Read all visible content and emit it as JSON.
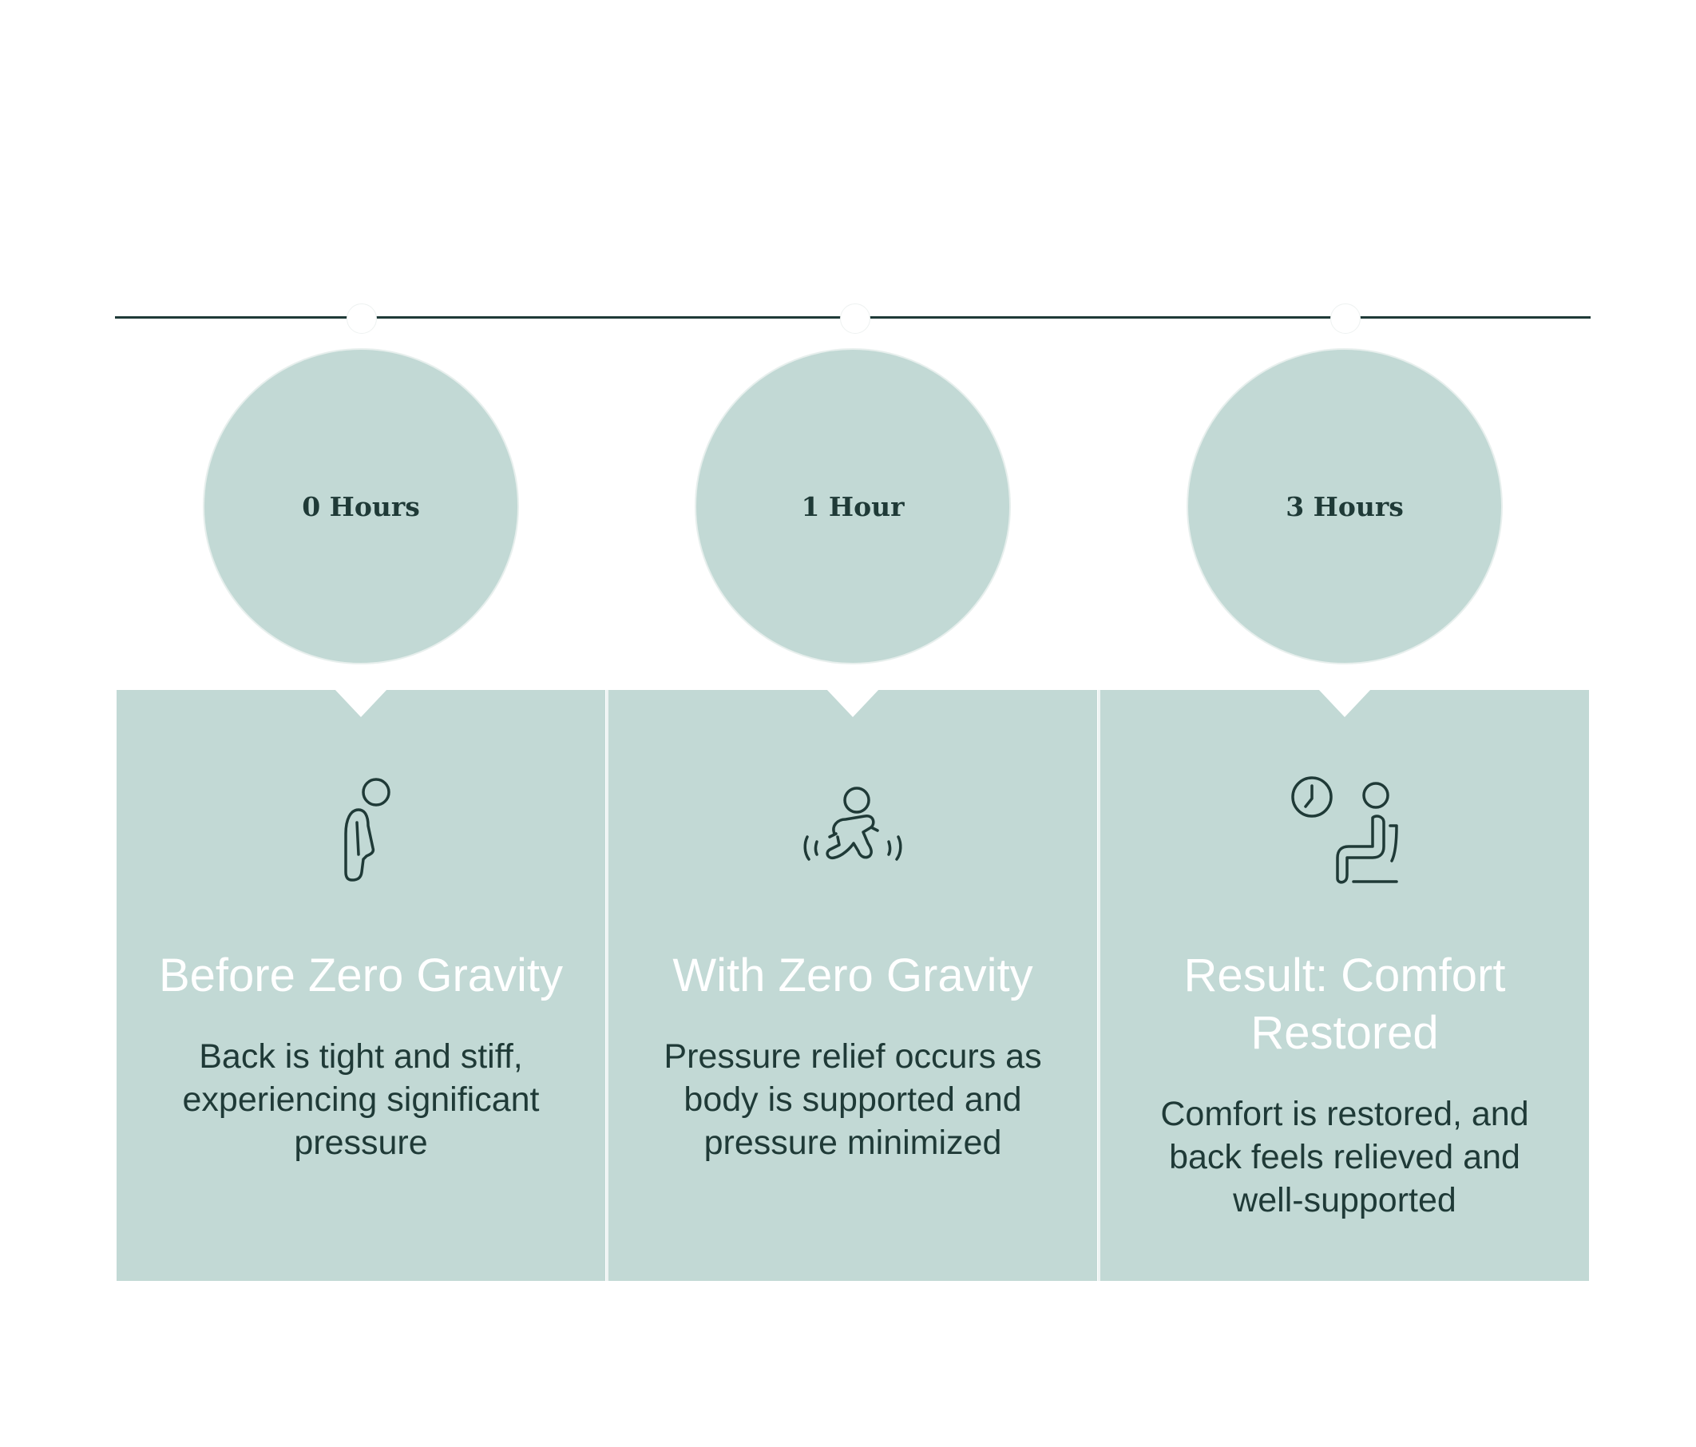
{
  "timeline": {
    "steps": [
      {
        "time": "0 Hours",
        "title": "Before Zero Gravity",
        "description": "Back is tight and stiff, experiencing significant pressure",
        "icon": "slouching-person-icon"
      },
      {
        "time": "1 Hour",
        "title": "With Zero Gravity",
        "description": "Pressure relief occurs as body is supported and pressure minimized",
        "icon": "floating-person-icon"
      },
      {
        "time": "3 Hours",
        "title": "Result: Comfort Restored",
        "description": "Comfort is restored, and back feels relieved and well-supported",
        "icon": "seated-person-clock-icon"
      }
    ]
  },
  "colors": {
    "accent": "#c2d9d5",
    "line": "#1f3a37",
    "title_text": "#ffffff",
    "body_text": "#1f3a37"
  }
}
